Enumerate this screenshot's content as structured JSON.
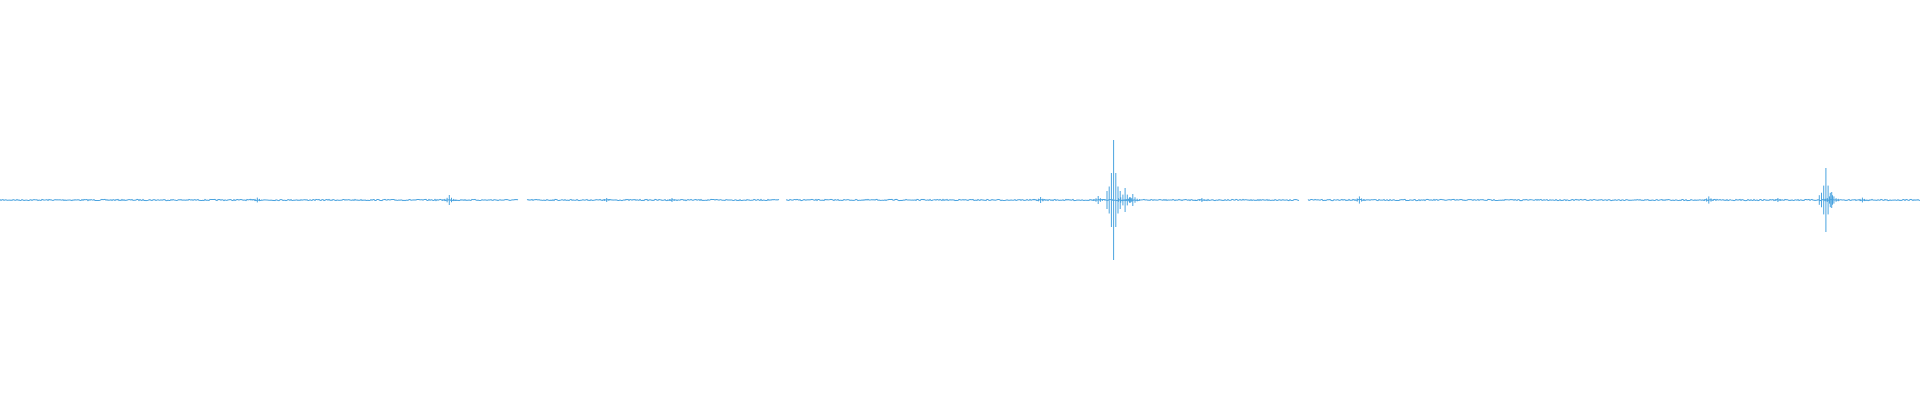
{
  "waveform": {
    "color": "#4aa3df",
    "background": "#ffffff",
    "spikes": [
      {
        "pos": 0.134,
        "amp": 0.012
      },
      {
        "pos": 0.234,
        "amp": 0.025
      },
      {
        "pos": 0.316,
        "amp": 0.01
      },
      {
        "pos": 0.35,
        "amp": 0.01
      },
      {
        "pos": 0.542,
        "amp": 0.015
      },
      {
        "pos": 0.572,
        "amp": 0.02
      },
      {
        "pos": 0.58,
        "amp": 0.3
      },
      {
        "pos": 0.586,
        "amp": 0.06
      },
      {
        "pos": 0.59,
        "amp": 0.03
      },
      {
        "pos": 0.626,
        "amp": 0.01
      },
      {
        "pos": 0.708,
        "amp": 0.018
      },
      {
        "pos": 0.89,
        "amp": 0.018
      },
      {
        "pos": 0.926,
        "amp": 0.01
      },
      {
        "pos": 0.951,
        "amp": 0.16
      },
      {
        "pos": 0.954,
        "amp": 0.04
      },
      {
        "pos": 0.97,
        "amp": 0.012
      }
    ],
    "gaps": [
      {
        "start": 0.27,
        "end": 0.274
      },
      {
        "start": 0.406,
        "end": 0.409
      },
      {
        "start": 0.677,
        "end": 0.681
      }
    ]
  }
}
